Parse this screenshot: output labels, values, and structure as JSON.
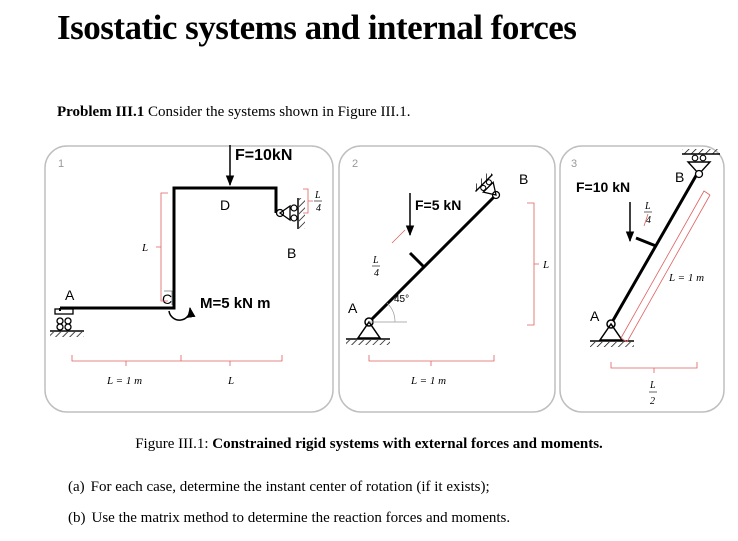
{
  "title": "Isostatic systems and internal forces",
  "problem": {
    "label": "Problem III.1",
    "text": "Consider the systems shown in Figure III.1."
  },
  "panels": [
    {
      "number": "1",
      "force": "F=10kN",
      "moment": "M=5 kN m",
      "points": {
        "A": "A",
        "B": "B",
        "C": "C",
        "D": "D"
      },
      "dims": {
        "L": "L",
        "L_over_4_num": "L",
        "L_over_4_den": "4",
        "L_eq": "L = 1 m",
        "L_bottom": "L"
      }
    },
    {
      "number": "2",
      "force": "F=5 kN",
      "angle": "45°",
      "points": {
        "A": "A",
        "B": "B"
      },
      "dims": {
        "L_over_4_num": "L",
        "L_over_4_den": "4",
        "L_right": "L",
        "L_eq": "L = 1 m"
      }
    },
    {
      "number": "3",
      "force": "F=10 kN",
      "points": {
        "A": "A",
        "B": "B"
      },
      "dims": {
        "L_over_4_num": "L",
        "L_over_4_den": "4",
        "L_eq": "L = 1 m",
        "L_over_2_num": "L",
        "L_over_2_den": "2"
      }
    }
  ],
  "caption": {
    "prefix": "Figure III.1:",
    "text": "Constrained rigid systems with external forces and moments."
  },
  "questions": [
    {
      "marker": "(a)",
      "text": "For each case, determine the instant center of rotation (if it exists);"
    },
    {
      "marker": "(b)",
      "text": "Use the matrix method to determine the reaction forces and moments."
    }
  ]
}
